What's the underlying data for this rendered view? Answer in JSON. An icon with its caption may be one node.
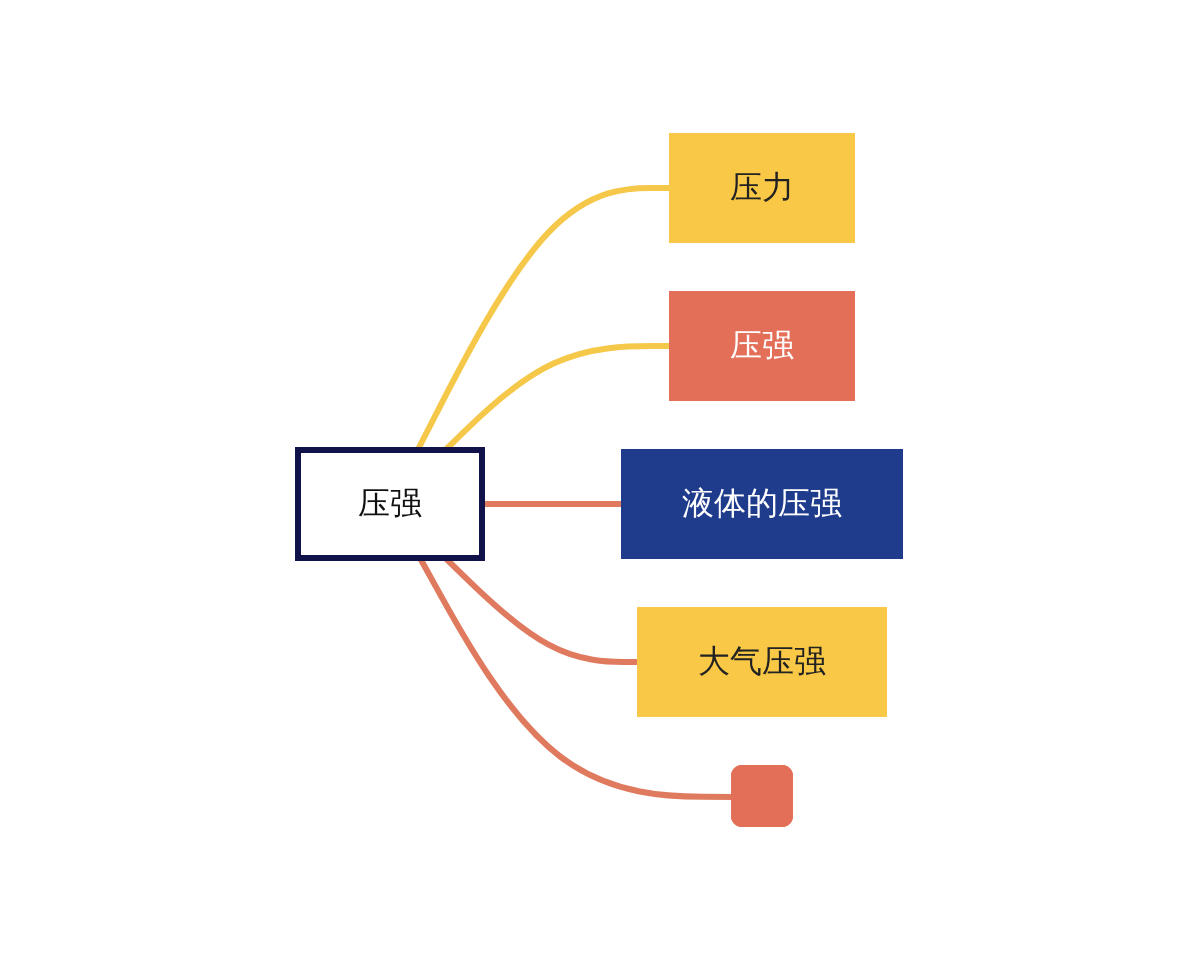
{
  "diagram": {
    "nodes": [
      {
        "text": [
          "压强"
        ]
      },
      {
        "text": [
          "压力"
        ]
      },
      {
        "text": [
          "压强"
        ]
      },
      {
        "text": [
          "液体的压强"
        ]
      },
      {
        "text": [
          "大气压强"
        ]
      },
      {
        "text": [],
        "shape": "box"
      }
    ],
    "edges": [
      {
        "from": 0,
        "to": 1,
        "arrow": "none",
        "color": "#f5c84a"
      },
      {
        "from": 0,
        "to": 2,
        "arrow": "none",
        "color": "#f5c84a"
      },
      {
        "from": 0,
        "to": 3,
        "arrow": "none"
      },
      {
        "from": 0,
        "to": 4,
        "arrow": "none"
      },
      {
        "from": 0,
        "to": 5,
        "arrow": "none"
      }
    ]
  }
}
